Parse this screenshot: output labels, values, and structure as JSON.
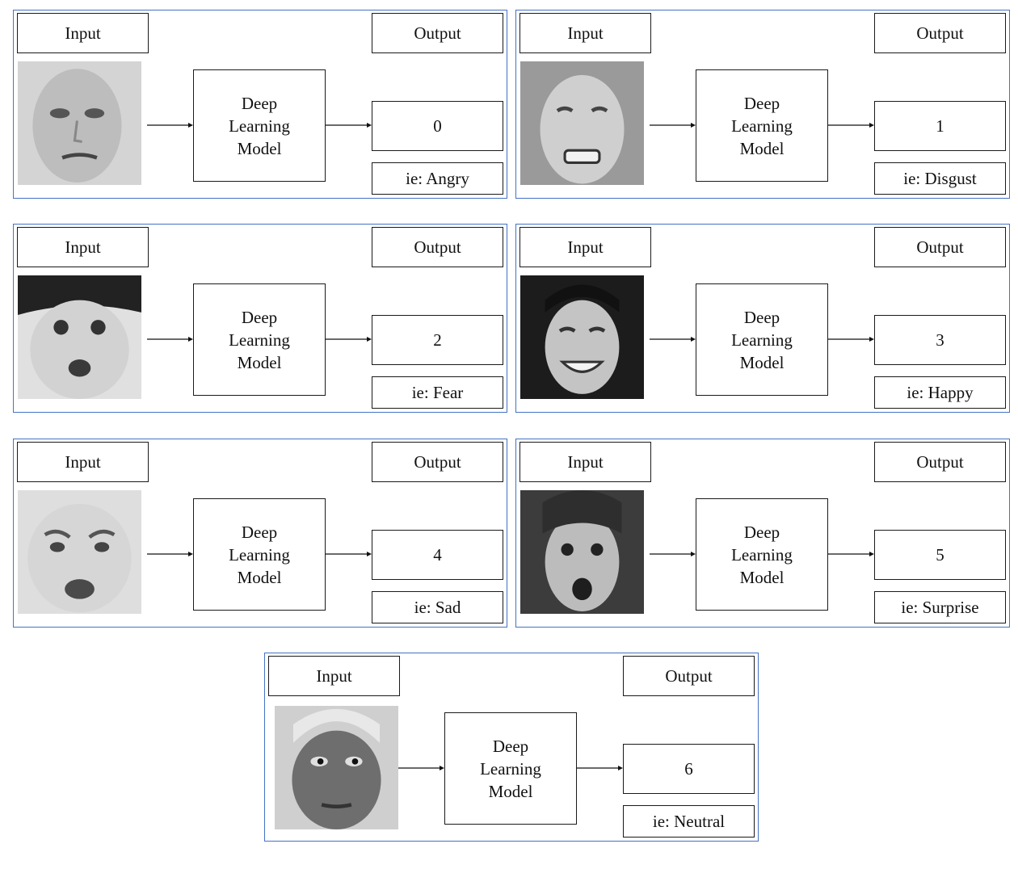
{
  "colors": {
    "panel_border": "#4472c4",
    "box_border": "#1a1a1a",
    "arrow": "#111111"
  },
  "panels": [
    {
      "input_label": "Input",
      "output_label": "Output",
      "model_label": "Deep\nLearning\nModel",
      "class_index": "0",
      "emotion_label": "ie: Angry",
      "face_image": "face-photo-angry"
    },
    {
      "input_label": "Input",
      "output_label": "Output",
      "model_label": "Deep\nLearning\nModel",
      "class_index": "1",
      "emotion_label": "ie: Disgust",
      "face_image": "face-photo-disgust"
    },
    {
      "input_label": "Input",
      "output_label": "Output",
      "model_label": "Deep\nLearning\nModel",
      "class_index": "2",
      "emotion_label": "ie: Fear",
      "face_image": "face-photo-fear"
    },
    {
      "input_label": "Input",
      "output_label": "Output",
      "model_label": "Deep\nLearning\nModel",
      "class_index": "3",
      "emotion_label": "ie: Happy",
      "face_image": "face-photo-happy"
    },
    {
      "input_label": "Input",
      "output_label": "Output",
      "model_label": "Deep\nLearning\nModel",
      "class_index": "4",
      "emotion_label": "ie: Sad",
      "face_image": "face-photo-sad"
    },
    {
      "input_label": "Input",
      "output_label": "Output",
      "model_label": "Deep\nLearning\nModel",
      "class_index": "5",
      "emotion_label": "ie: Surprise",
      "face_image": "face-photo-surprise"
    },
    {
      "input_label": "Input",
      "output_label": "Output",
      "model_label": "Deep\nLearning\nModel",
      "class_index": "6",
      "emotion_label": "ie: Neutral",
      "face_image": "face-photo-neutral"
    }
  ]
}
